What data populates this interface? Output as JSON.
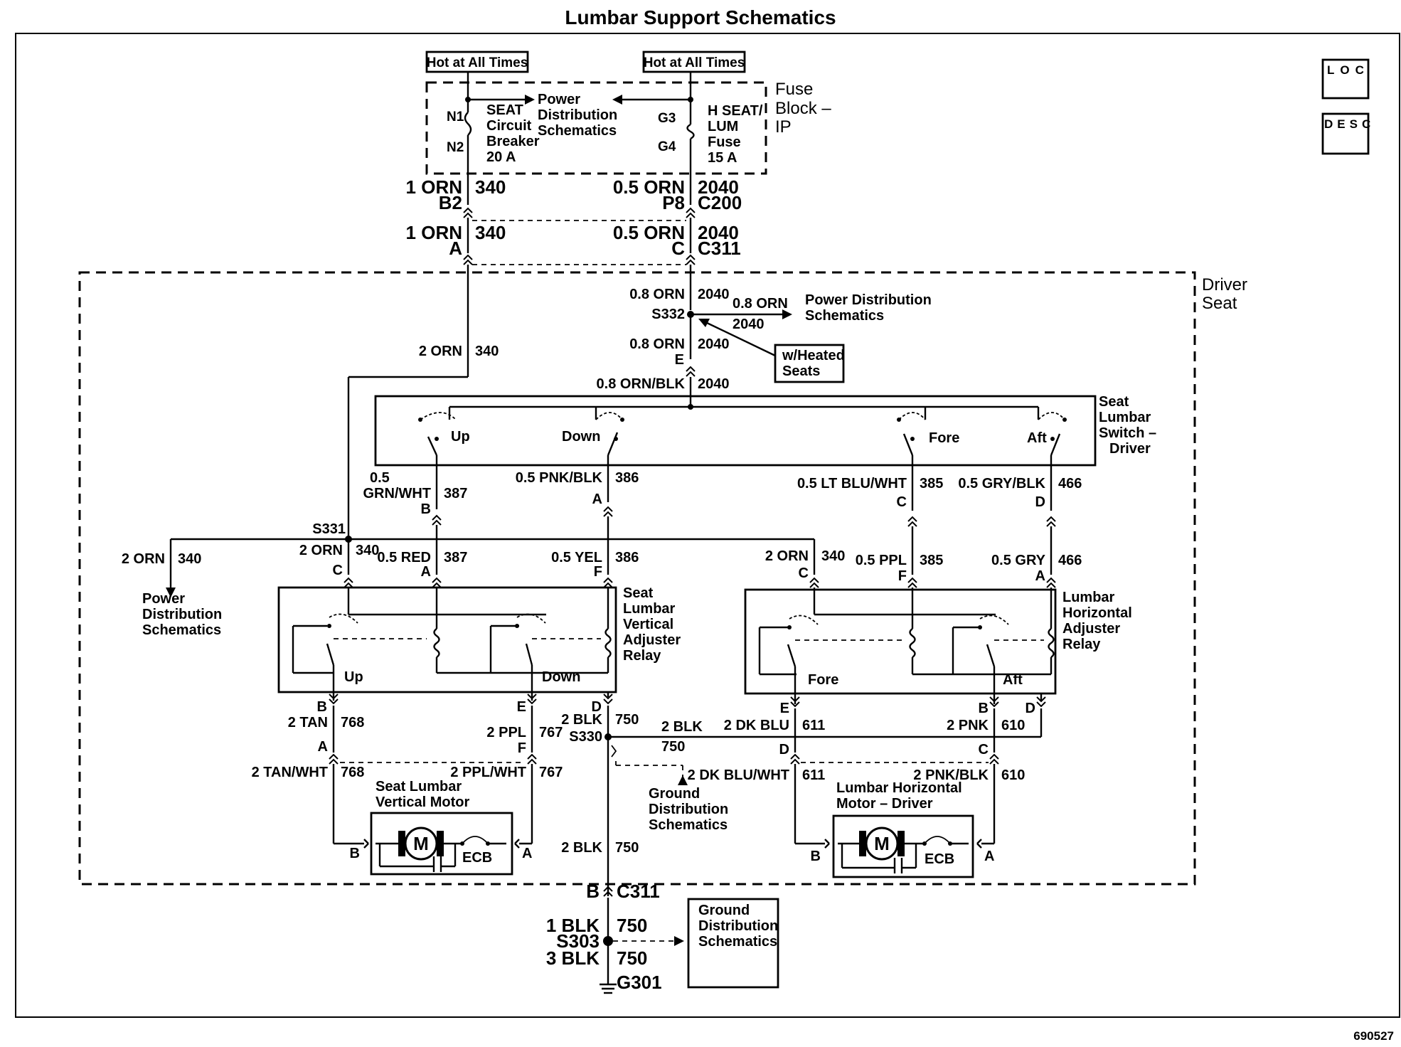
{
  "title": "Lumbar Support Schematics",
  "figure_id": "690527",
  "side_icons": {
    "loc": "LOC",
    "desc": "DESC"
  },
  "hot_left": "Hot at All Times",
  "hot_right": "Hot at All Times",
  "fuse_block": {
    "line1": "Fuse",
    "line2": "Block –",
    "line3": "IP"
  },
  "power_dist_top": {
    "line1": "Power",
    "line2": "Distribution",
    "line3": "Schematics"
  },
  "cb": {
    "term_top": "N1",
    "term_bottom": "N2",
    "line1": "SEAT",
    "line2": "Circuit",
    "line3": "Breaker",
    "line4": "20 A"
  },
  "fuse": {
    "term_top": "G3",
    "term_bottom": "G4",
    "line1": "H SEAT/",
    "line2": "LUM",
    "line3": "Fuse",
    "line4": "15 A"
  },
  "c200": {
    "left_wire": "1 ORN",
    "left_circuit": "340",
    "left_pin": "B2",
    "right_wire": "0.5 ORN",
    "right_circuit": "2040",
    "right_pin": "P8",
    "name": "C200"
  },
  "c311_top": {
    "left_wire": "1 ORN",
    "left_circuit": "340",
    "left_pin": "A",
    "right_wire": "0.5 ORN",
    "right_circuit": "2040",
    "right_pin": "C",
    "name": "C311"
  },
  "driver_seat": {
    "line1": "Driver",
    "line2": "Seat"
  },
  "s332": {
    "name": "S332",
    "w_above": "0.8 ORN",
    "c_above": "2040",
    "w_below": "0.8 ORN",
    "c_below": "2040",
    "pin_e": "E",
    "branch_wire": "0.8 ORN",
    "branch_circuit": "2040",
    "pd_line1": "Power Distribution",
    "pd_line2": "Schematics",
    "heated_line1": "w/Heated",
    "heated_line2": "Seats",
    "switch_wire": "0.8 ORN/BLK",
    "switch_circuit": "2040"
  },
  "feed_340": {
    "wire": "2 ORN",
    "circuit": "340"
  },
  "lumbar_switch": {
    "name_line1": "Seat",
    "name_line2": "Lumbar",
    "name_line3": "Switch –",
    "name_line4": "Driver",
    "up": "Up",
    "down": "Down",
    "fore": "Fore",
    "aft": "Aft"
  },
  "switch_outputs": {
    "b_wire_line1": "0.5",
    "b_wire_line2": "GRN/WHT",
    "b_circuit": "387",
    "b_pin": "B",
    "a_wire": "0.5 PNK/BLK",
    "a_circuit": "386",
    "a_pin": "A",
    "c_wire": "0.5 LT BLU/WHT",
    "c_circuit": "385",
    "c_pin": "C",
    "d_wire": "0.5 GRY/BLK",
    "d_circuit": "466",
    "d_pin": "D"
  },
  "s331": {
    "name": "S331",
    "out_wire": "2 ORN",
    "out_circuit": "340",
    "pd_line1": "Power",
    "pd_line2": "Distribution",
    "pd_line3": "Schematics"
  },
  "vertical_relay": {
    "name_line1": "Seat",
    "name_line2": "Lumbar",
    "name_line3": "Vertical",
    "name_line4": "Adjuster",
    "name_line5": "Relay",
    "c_wire": "2 ORN",
    "c_circuit": "340",
    "c_pin": "C",
    "a_wire": "0.5 RED",
    "a_circuit": "387",
    "a_pin": "A",
    "f_wire": "0.5 YEL",
    "f_circuit": "386",
    "f_pin": "F",
    "up": "Up",
    "down": "Down",
    "b_pin": "B",
    "e_pin": "E",
    "d_pin": "D"
  },
  "horizontal_relay": {
    "name_line1": "Lumbar",
    "name_line2": "Horizontal",
    "name_line3": "Adjuster",
    "name_line4": "Relay",
    "c_wire": "2 ORN",
    "c_circuit": "340",
    "c_pin": "C",
    "f_wire": "0.5 PPL",
    "f_circuit": "385",
    "f_pin": "F",
    "a_wire": "0.5 GRY",
    "a_circuit": "466",
    "a_pin": "A",
    "fore": "Fore",
    "aft": "Aft",
    "e_pin": "E",
    "b_pin": "B",
    "d_pin": "D"
  },
  "vert_motor_wires": {
    "tan_wire": "2 TAN",
    "tan_circuit": "768",
    "tan_pin": "A",
    "ppl_wire": "2 PPL",
    "ppl_circuit": "767",
    "ppl_pin": "F",
    "tanwht_wire": "2 TAN/WHT",
    "tanwht_circuit": "768",
    "pplwht_wire": "2 PPL/WHT",
    "pplwht_circuit": "767"
  },
  "vertical_motor": {
    "line1": "Seat Lumbar",
    "line2": "Vertical Motor",
    "motor": "M",
    "ecb": "ECB",
    "pin_left": "B",
    "pin_right": "A"
  },
  "s330": {
    "name": "S330",
    "wire_above": "2 BLK",
    "circuit_above": "750",
    "branch_wire": "2 BLK",
    "branch_circuit": "750",
    "gd_line1": "Ground",
    "gd_line2": "Distribution",
    "gd_line3": "Schematics",
    "wire_below": "2 BLK",
    "circuit_below": "750"
  },
  "horiz_motor_wires": {
    "dkblu_wire": "2 DK BLU",
    "dkblu_circuit": "611",
    "dkblu_pin": "D",
    "pnk_wire": "2 PNK",
    "pnk_circuit": "610",
    "pnk_pin": "C",
    "dkbluwht_wire": "2 DK BLU/WHT",
    "dkbluwht_circuit": "611",
    "pnkblk_wire": "2 PNK/BLK",
    "pnkblk_circuit": "610"
  },
  "horizontal_motor": {
    "line1": "Lumbar Horizontal",
    "line2": "Motor – Driver",
    "motor": "M",
    "ecb": "ECB",
    "pin_left": "B",
    "pin_right": "A"
  },
  "c311_bottom": {
    "pin": "B",
    "name": "C311"
  },
  "s303": {
    "w_above": "1 BLK",
    "c_above": "750",
    "name": "S303",
    "w_below": "3 BLK",
    "c_below": "750",
    "ground": "G301",
    "gd_line1": "Ground",
    "gd_line2": "Distribution",
    "gd_line3": "Schematics"
  }
}
